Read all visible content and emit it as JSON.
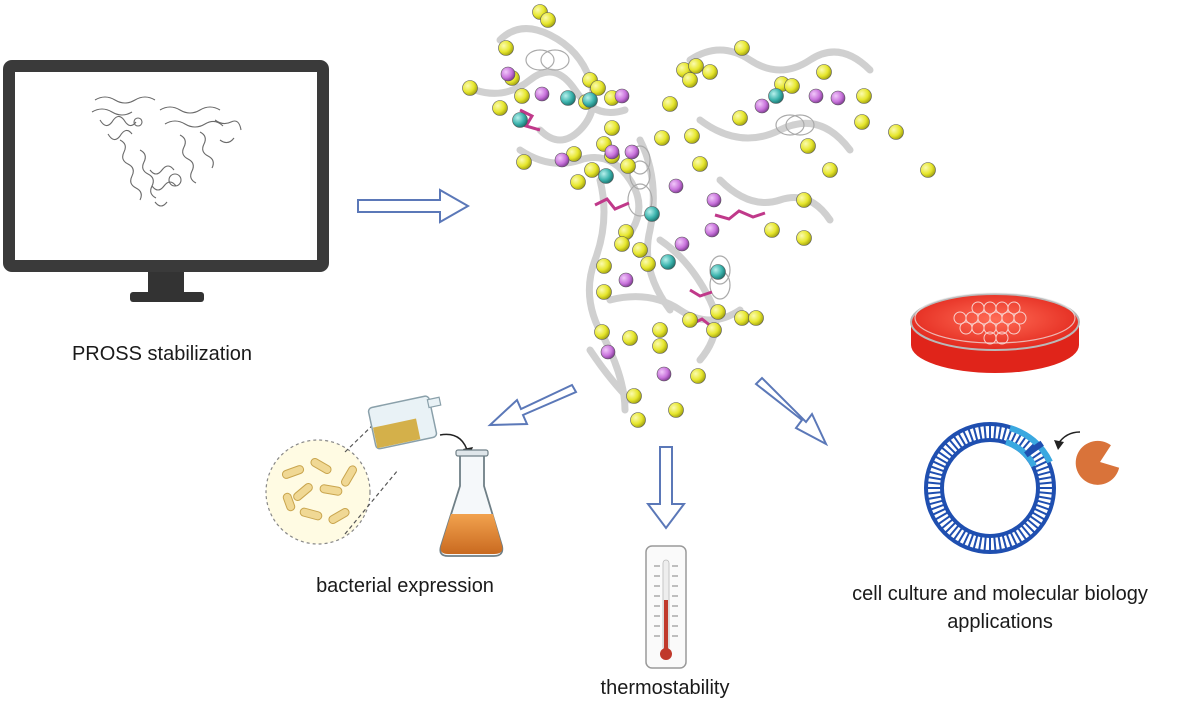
{
  "labels": {
    "pross": "PROSS stabilization",
    "bacterial": "bacterial expression",
    "thermo": "thermostability",
    "cell_line1": "cell culture and molecular biology",
    "cell_line2": "applications"
  },
  "colors": {
    "monitor": "#3a3a3a",
    "arrow_stroke": "#5b78b8",
    "sphere_yellow": "#e6e62c",
    "sphere_purple": "#c974dc",
    "sphere_teal": "#3bb3ad",
    "petri_red": "#f23a2a",
    "plasmid_blue": "#1f4fb0",
    "plasmid_highlight": "#3aa8e0",
    "enzyme_orange": "#d9733a",
    "flask_liquid": "#e8913a",
    "thermometer_red": "#c0392b"
  },
  "icons": [
    "computer-monitor-icon",
    "protein-structure-icon",
    "beaker-pour-icon",
    "erlenmeyer-flask-icon",
    "bacteria-magnified-icon",
    "thermometer-icon",
    "petri-dish-icon",
    "plasmid-icon",
    "enzyme-pacman-icon"
  ]
}
